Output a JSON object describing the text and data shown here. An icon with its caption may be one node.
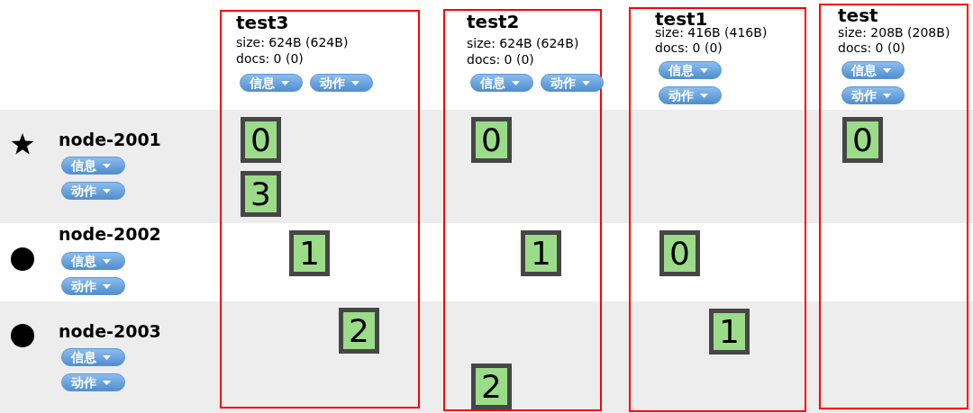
{
  "diagram": {
    "nodes": [
      {
        "text": [
          "test3",
          "size: 624B (624B)",
          "docs: 0 (0)",
          "信息",
          "动作"
        ]
      },
      {
        "text": [
          "0"
        ],
        "in": 0
      },
      {
        "text": [
          "3"
        ],
        "in": 0
      },
      {
        "text": [
          "1"
        ],
        "in": 0
      },
      {
        "text": [
          "2"
        ],
        "in": 0
      },
      {
        "text": [
          "test2",
          "size: 624B (624B)",
          "docs: 0 (0)",
          "信息",
          "动作"
        ]
      },
      {
        "text": [
          "0"
        ],
        "in": 5
      },
      {
        "text": [
          "1"
        ],
        "in": 5
      },
      {
        "text": [
          "2"
        ],
        "in": 5
      },
      {
        "text": [
          "test1",
          "size: 416B (416B)",
          "docs: 0 (0)",
          "信息",
          "动作"
        ]
      },
      {
        "text": [
          "0"
        ],
        "in": 9
      },
      {
        "text": [
          "1"
        ],
        "in": 9
      },
      {
        "text": [
          "test",
          "size: 208B (208B)",
          "docs: 0 (0)",
          "信息",
          "动作"
        ]
      },
      {
        "text": [
          "0"
        ],
        "in": 12
      }
    ],
    "labels": [
      "node-2001",
      "信息",
      "动作",
      "node-2002",
      "信息",
      "动作",
      "node-2003",
      "信息",
      "动作"
    ]
  }
}
